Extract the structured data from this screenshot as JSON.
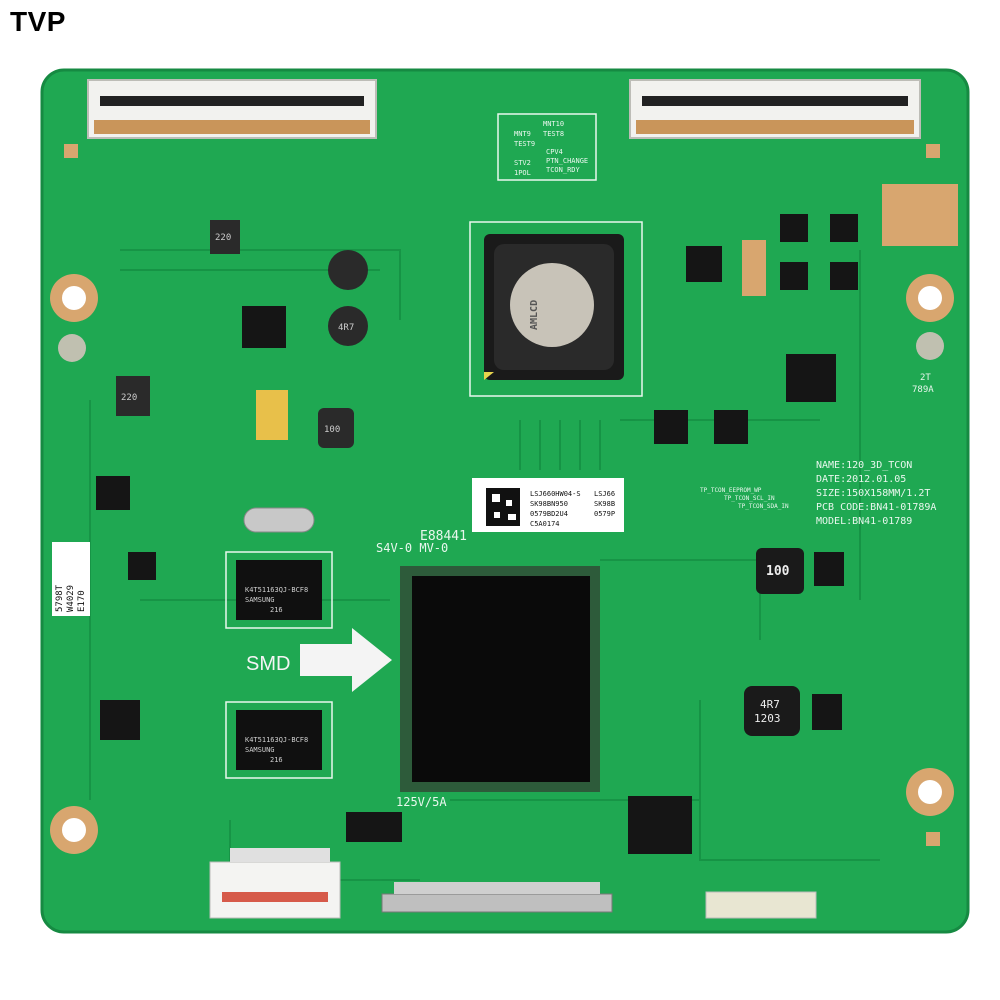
{
  "brand_label": "TVP",
  "board_label": {
    "name": "NAME:120_3D_TCON",
    "date": "DATE:2012.01.05",
    "size": "SIZE:150X158MM/1.2T",
    "pcb_code": "PCB CODE:BN41-01789A",
    "model": "MODEL:BN41-01789"
  },
  "ul_mark": {
    "cert": "E88441",
    "rev": "S4V-0 MV-0"
  },
  "sticker": {
    "line1": "LSJ660HW04-S",
    "line2": "SK98BN950",
    "line3": "0579BD2U4",
    "line4": "C5A0174",
    "side1": "LSJ66",
    "side2": "SK98B",
    "side3": "0579P"
  },
  "main_chip": {
    "brand": "AMLCD"
  },
  "smd_label": "SMD",
  "fuse_label": "125V/5A",
  "inductor_labels": {
    "l1": "100",
    "l2": "4R7",
    "l3": "1203",
    "l4": "220",
    "l5": "220",
    "l6": "100",
    "l7": "4R7"
  },
  "memory_chips": {
    "brand": "SAMSUNG",
    "code": "K4T51163QJ-BCF8",
    "lot": "216"
  },
  "side_sticker": {
    "l1": "5798T",
    "l2": "W4029",
    "l3": "E170"
  },
  "corner_marks": {
    "right_top": "2T",
    "right_model": "789A"
  },
  "top_test_block": {
    "a": "MNT10",
    "b": "TEST8",
    "c": "MNT9",
    "d": "TEST9",
    "e": "CPV4",
    "f": "PTN_CHANGE",
    "g": "STV2",
    "h": "TCON_RDY",
    "i": "1POL"
  },
  "tp_block": {
    "l1": "TP_TCON_EEPROM_WP",
    "l2": "TP_TCON_SCL_IN",
    "l3": "TP_TCON_SDA_IN"
  },
  "colors": {
    "board": "#1fa852",
    "silk": "#e9f7ee",
    "copper": "#c9955a",
    "chip": "#111111"
  }
}
